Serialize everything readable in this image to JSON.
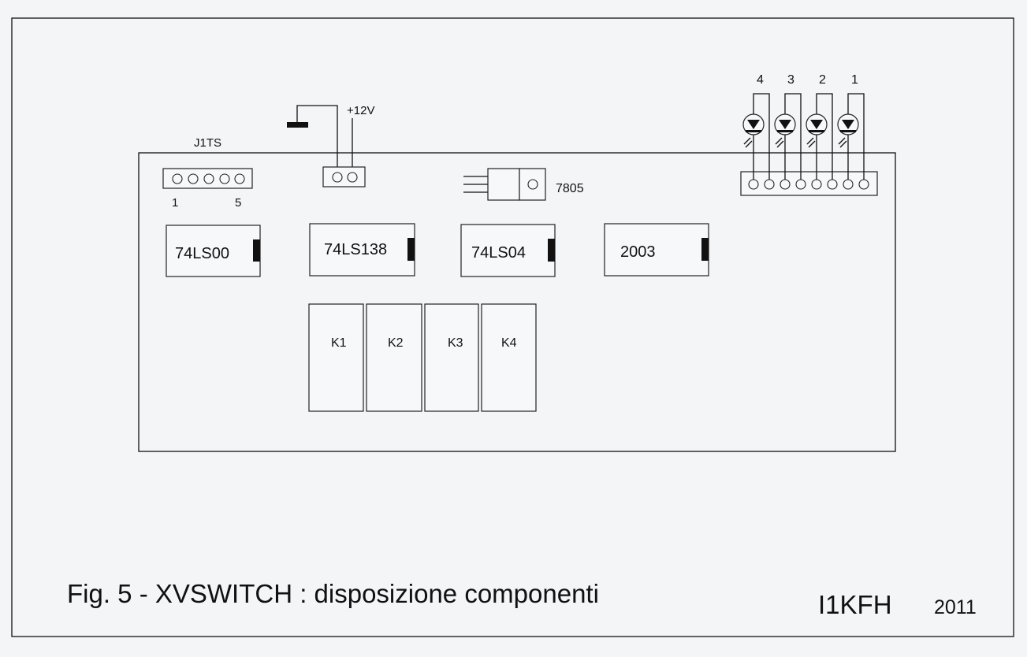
{
  "connector_j1ts": {
    "label": "J1TS",
    "pin_first": "1",
    "pin_last": "5"
  },
  "power": {
    "label": "+12V"
  },
  "regulator": {
    "label": "7805"
  },
  "ics": [
    {
      "label": "74LS00"
    },
    {
      "label": "74LS138"
    },
    {
      "label": "74LS04"
    },
    {
      "label": "2003"
    }
  ],
  "relays": [
    {
      "label": "K1"
    },
    {
      "label": "K2"
    },
    {
      "label": "K3"
    },
    {
      "label": "K4"
    }
  ],
  "leds": [
    {
      "label": "4"
    },
    {
      "label": "3"
    },
    {
      "label": "2"
    },
    {
      "label": "1"
    }
  ],
  "footer": {
    "caption": "Fig. 5 - XVSWITCH : disposizione componenti",
    "callsign": "I1KFH",
    "year": "2011"
  }
}
